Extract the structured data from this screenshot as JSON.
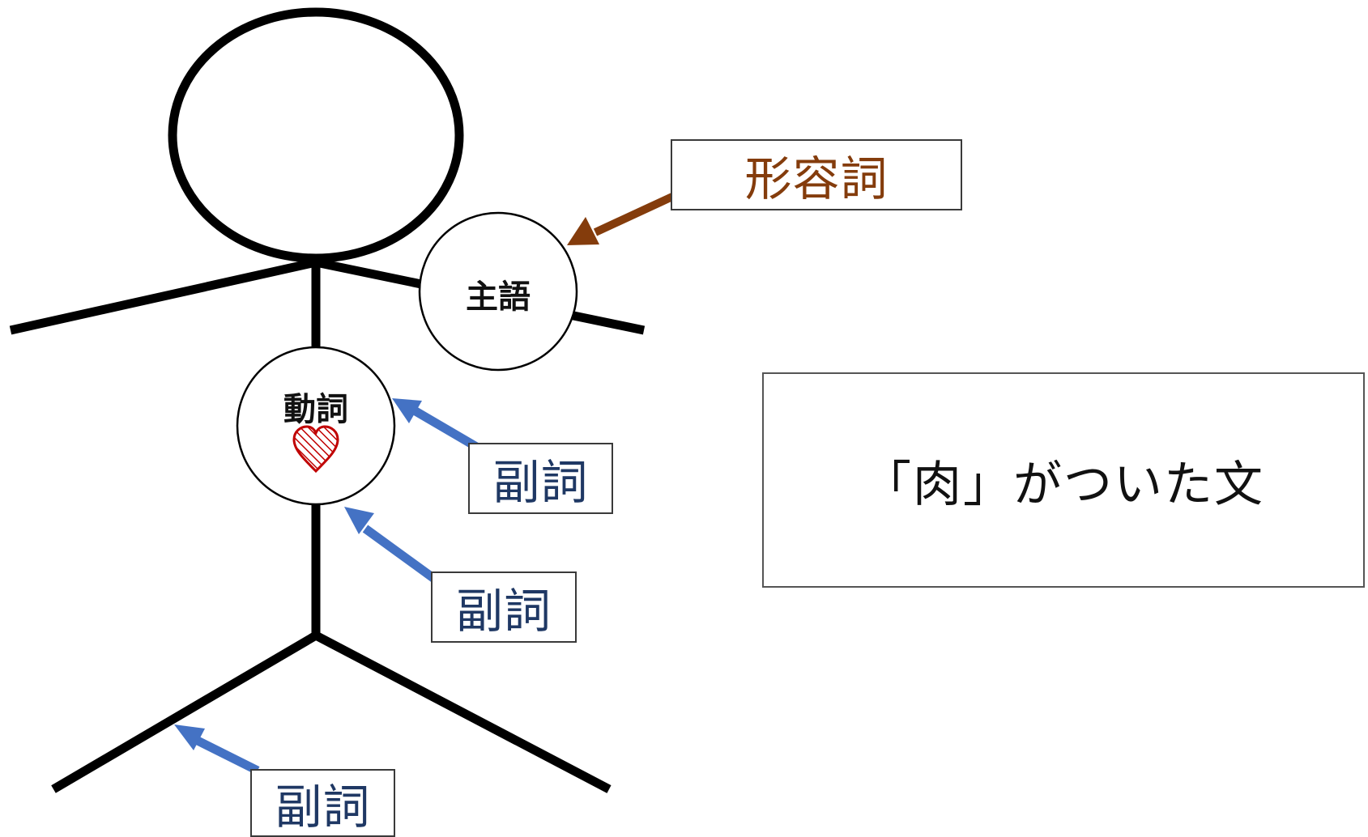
{
  "labels": {
    "subject": "主語",
    "verb": "動詞",
    "adjective": "形容詞",
    "adverb_1": "副詞",
    "adverb_2": "副詞",
    "adverb_3": "副詞",
    "caption": "「肉」がついた文"
  },
  "icons": {
    "verb_heart": "heart-icon"
  },
  "colors": {
    "stick_figure": "#000000",
    "adjective_text": "#843c0c",
    "adjective_arrow": "#843c0c",
    "adverb_text": "#1f3864",
    "adverb_arrow": "#4472c4",
    "heart": "#c00000"
  }
}
